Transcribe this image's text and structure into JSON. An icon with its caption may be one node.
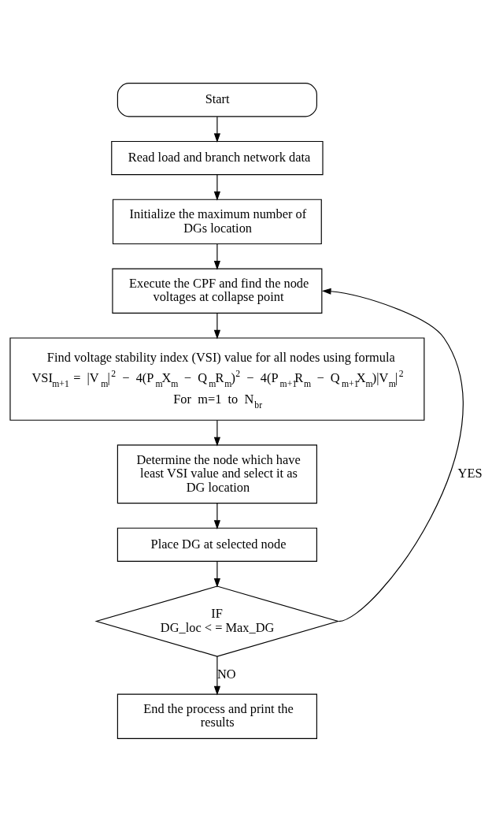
{
  "diagram": {
    "nodes": [
      {
        "text": [
          "Start"
        ]
      },
      {
        "text": [
          "Read load and branch network data"
        ]
      },
      {
        "text": [
          "Initialize the maximum number of DGs location"
        ]
      },
      {
        "text": [
          "Execute the CPF and find the node voltages at collapse point"
        ]
      },
      {
        "text": [
          "Find voltage stability index (VSI) value for all nodes using formula",
          "VSI$_{m+1}$ = |V$_{m}$|$^{2}$ − 4(P$_{m}$X$_{m}$ − Q$_{m}$R$_{m}$)$^{2}$ − 4(P$_{m+1}$R$_{m}$ − Q$_{m+1}$X$_{m}$)|V$_{m}$|$^{2}$",
          "For m=1 to N$_{br}$"
        ]
      },
      {
        "text": [
          "Determine the node which have least VSI value and select it as DG location"
        ]
      },
      {
        "text": [
          "Place DG at selected node"
        ]
      },
      {
        "text": [
          "IF",
          "DG_loc < = Max_DG"
        ]
      },
      {
        "text": [
          "End the process and print the results"
        ]
      }
    ],
    "edges": [
      {
        "from": 0,
        "to": 1,
        "arrow": "to"
      },
      {
        "from": 1,
        "to": 2,
        "arrow": "to"
      },
      {
        "from": 2,
        "to": 3,
        "arrow": "to"
      },
      {
        "from": 3,
        "to": 4,
        "arrow": "to"
      },
      {
        "from": 4,
        "to": 5,
        "arrow": "to"
      },
      {
        "from": 5,
        "to": 6,
        "arrow": "to"
      },
      {
        "from": 6,
        "to": 7,
        "arrow": "to"
      },
      {
        "from": 7,
        "to": 3,
        "arrow": "to",
        "label": "YES"
      },
      {
        "from": 7,
        "to": 8,
        "arrow": "to",
        "label": "NO"
      }
    ]
  }
}
